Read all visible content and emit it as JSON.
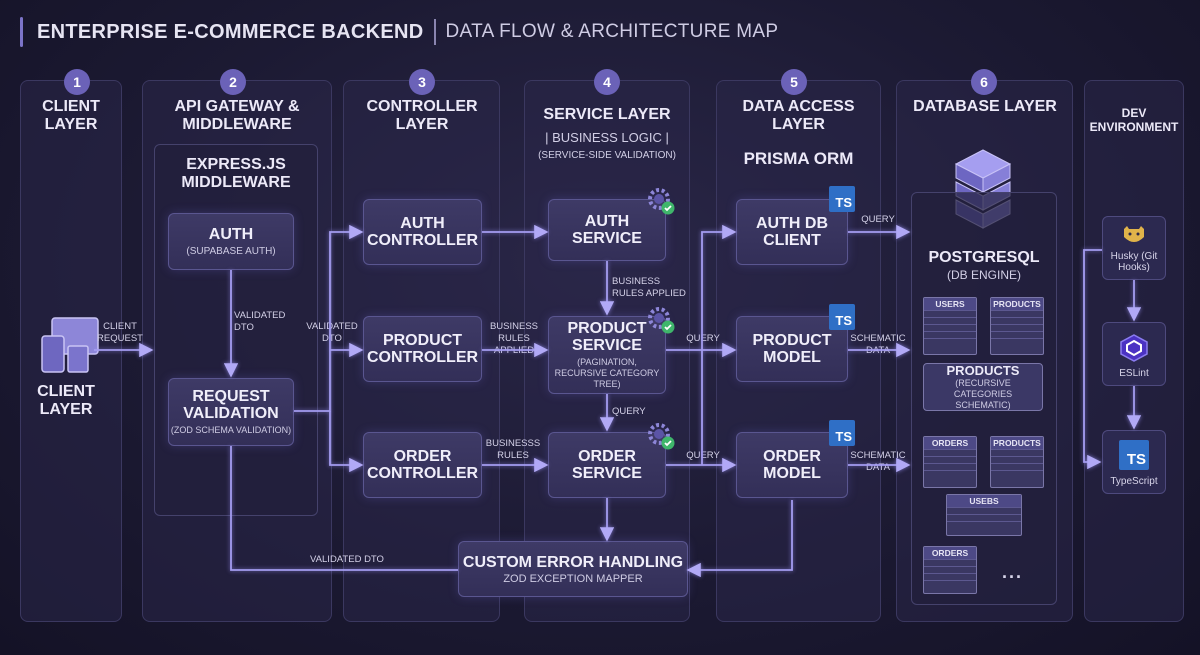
{
  "title": {
    "main": "ENTERPRISE E-COMMERCE BACKEND",
    "sub": "DATA FLOW & ARCHITECTURE MAP"
  },
  "columns": [
    {
      "num": "1",
      "title": "CLIENT LAYER"
    },
    {
      "num": "2",
      "title": "API GATEWAY & MIDDLEWARE"
    },
    {
      "num": "3",
      "title": "CONTROLLER LAYER"
    },
    {
      "num": "4",
      "title": "SERVICE LAYER",
      "sub1": "| BUSINESS LOGIC |",
      "sub2": "(SERVICE-SIDE VALIDATION)"
    },
    {
      "num": "5",
      "title": "DATA ACCESS LAYER",
      "sub1": "PRISMA ORM"
    },
    {
      "num": "6",
      "title": "DATABASE LAYER"
    },
    {
      "title": "DEV ENVIRONMENT"
    }
  ],
  "client": {
    "label": "CLIENT LAYER",
    "request_label": "CLIENT REQUEST"
  },
  "middleware": {
    "title": "EXPRESS.JS MIDDLEWARE",
    "auth": {
      "label": "AUTH",
      "sub": "(SUPABASE AUTH)"
    },
    "validated_dto": "VALIDATED DTO",
    "validation": {
      "label": "REQUEST VALIDATION",
      "sub": "(ZOD SCHEMA VALIDATION)"
    }
  },
  "controllers": {
    "auth": "AUTH CONTROLLER",
    "product": "PRODUCT CONTROLLER",
    "order": "ORDER CONTROLLER",
    "in_label": "VALIDATED DTO"
  },
  "services": {
    "auth": "AUTH SERVICE",
    "product": "PRODUCT SERVICE",
    "product_sub": "(PAGINATION, RECURSIVE CATEGORY TREE)",
    "order": "ORDER SERVICE",
    "rules_applied": "BUSINESS RULES APPLIED",
    "query": "QUERY",
    "biz_rules_applied": "BUSINESS RULES APPLIED",
    "biz_rules_order": "BUSINESSS RULES"
  },
  "data_access": {
    "auth": "AUTH DB CLIENT",
    "product": "PRODUCT MODEL",
    "order": "ORDER MODEL",
    "ts": "TS",
    "query": "QUERY",
    "query2": "QUERY",
    "query3": "QUERY",
    "schematic": "SCHEMATIC DATA",
    "schematic2": "SCHEMATIC DATA"
  },
  "error": {
    "label": "CUSTOM ERROR HANDLING",
    "sub": "ZOD EXCEPTION MAPPER",
    "validated_dto": "VALIDATED DTO"
  },
  "database": {
    "engine": "POSTGRESQL",
    "engine_sub": "(DB ENGINE)",
    "tables": [
      "USERS",
      "PRODUCTS",
      "ORDERS",
      "PRODUCTS",
      "USEBS",
      "ORDERS"
    ],
    "products_box": "PRODUCTS",
    "products_sub": "(RECURSIVE CATEGORIES SCHEMATIC)",
    "more": "..."
  },
  "dev": {
    "husky": "Husky (Git Hooks)",
    "eslint": "ESLint",
    "typescript": "TypeScript",
    "ts": "TS"
  },
  "colors": {
    "accent": "#6b62b8",
    "arrow": "#a49cf0",
    "ts": "#2f6fc6",
    "check": "#3fb66b"
  }
}
